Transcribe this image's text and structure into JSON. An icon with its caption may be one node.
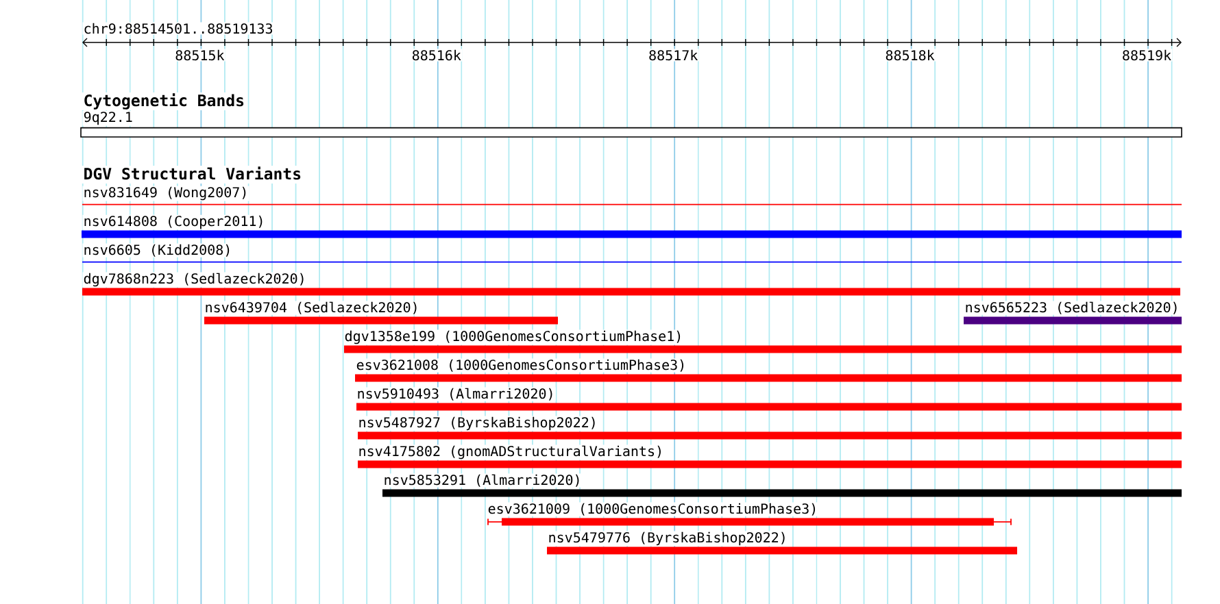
{
  "diagram": {
    "nodes": [
      {
        "text": [
          "9q22.1"
        ]
      },
      {
        "text": [
          "nsv831649 (Wong2007)"
        ]
      },
      {
        "text": [
          "nsv614808 (Cooper2011)"
        ]
      },
      {
        "text": [
          "nsv6605 (Kidd2008)"
        ]
      },
      {
        "text": [
          "dgv7868n223 (Sedlazeck2020)"
        ]
      },
      {
        "text": [
          "nsv6439704 (Sedlazeck2020)"
        ]
      },
      {
        "text": [
          "nsv6565223 (Sedlazeck2020)"
        ]
      },
      {
        "text": [
          "dgv1358e199 (1000GenomesConsortiumPhase1)"
        ]
      },
      {
        "text": [
          "esv3621008 (1000GenomesConsortiumPhase3)"
        ]
      },
      {
        "text": [
          "nsv5910493 (Almarri2020)"
        ]
      },
      {
        "text": [
          "nsv5487927 (ByrskaBishop2022)"
        ]
      },
      {
        "text": [
          "nsv4175802 (gnomADStructuralVariants)"
        ]
      },
      {
        "text": [
          "nsv5853291 (Almarri2020)"
        ]
      },
      {
        "text": [
          "esv3621009 (1000GenomesConsortiumPhase3)"
        ]
      },
      {
        "text": [
          "nsv5479776 (ByrskaBishop2022)"
        ]
      }
    ],
    "labels": [
      "chr9:88514501..88519133",
      "88515k",
      "88516k",
      "88517k",
      "88518k",
      "88519k",
      "Cytogenetic Bands",
      "DGV Structural Variants"
    ]
  }
}
